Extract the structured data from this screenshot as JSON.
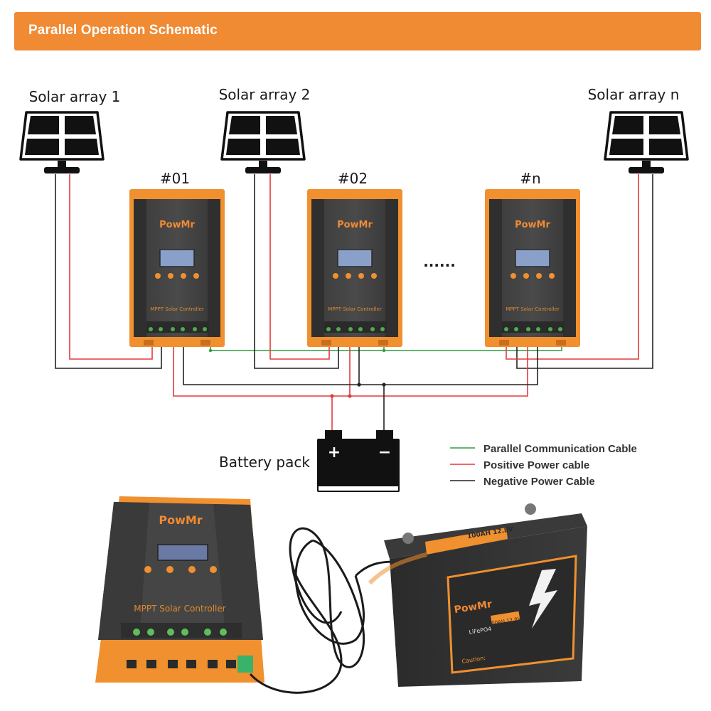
{
  "header": {
    "title": "Parallel Operation Schematic"
  },
  "solar_arrays": [
    "Solar array 1",
    "Solar array 2",
    "Solar array n"
  ],
  "controllers": [
    {
      "id": "#01",
      "brand": "PowMr",
      "caption": "MPPT Solar Controller"
    },
    {
      "id": "#02",
      "brand": "PowMr",
      "caption": "MPPT Solar Controller"
    },
    {
      "id": "#n",
      "brand": "PowMr",
      "caption": "MPPT Solar Controller"
    }
  ],
  "ellipsis": "......",
  "battery": {
    "label": "Battery pack",
    "plus": "+",
    "minus": "−"
  },
  "legend": [
    {
      "label": "Parallel Communication Cable",
      "color": "#2e9e3c"
    },
    {
      "label": "Positive Power cable",
      "color": "#e23a3a"
    },
    {
      "label": "Negative Power Cable",
      "color": "#222222"
    }
  ],
  "product": {
    "controller_brand": "PowMr",
    "controller_caption": "MPPT Solar Controller",
    "battery_brand": "PowMr",
    "battery_tag": "100AH 12.8V",
    "battery_chem": "LiFePO4",
    "battery_side_tag": "100AH 12.8V",
    "caution": "Caution:"
  }
}
